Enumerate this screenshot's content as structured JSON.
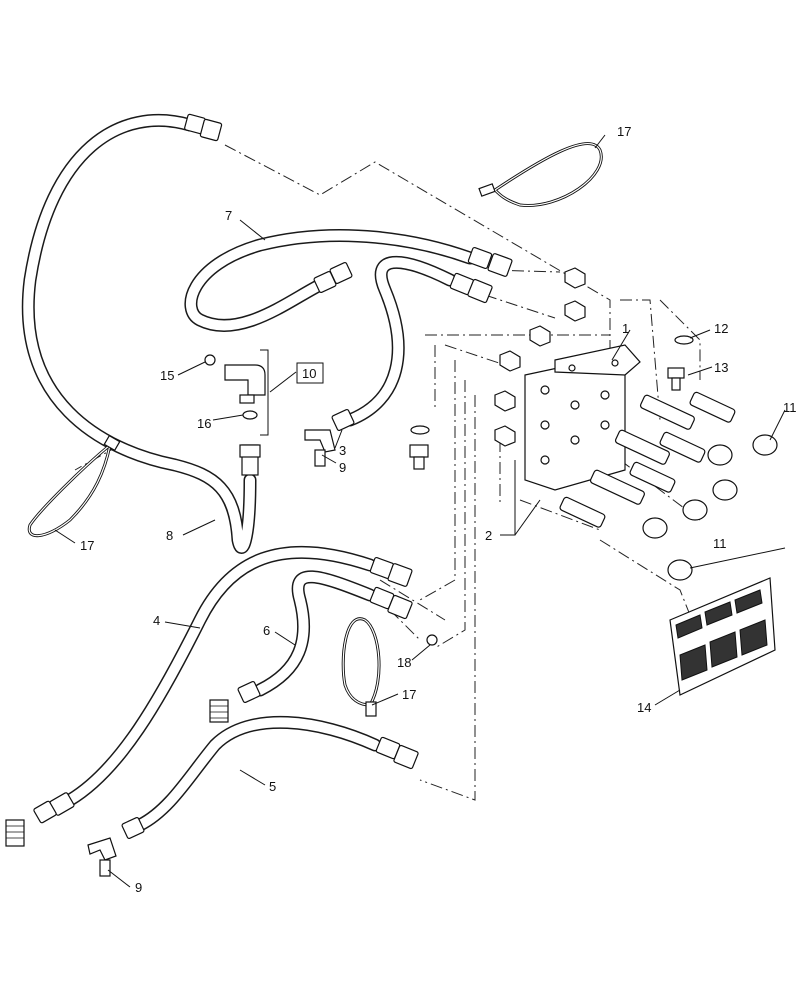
{
  "diagram": {
    "callouts": [
      {
        "id": "c1",
        "text": "1"
      },
      {
        "id": "c2",
        "text": "2"
      },
      {
        "id": "c3",
        "text": "3"
      },
      {
        "id": "c4",
        "text": "4"
      },
      {
        "id": "c5",
        "text": "5"
      },
      {
        "id": "c6",
        "text": "6"
      },
      {
        "id": "c7",
        "text": "7"
      },
      {
        "id": "c8",
        "text": "8"
      },
      {
        "id": "c9a",
        "text": "9"
      },
      {
        "id": "c9b",
        "text": "9"
      },
      {
        "id": "c10",
        "text": "10"
      },
      {
        "id": "c11a",
        "text": "11"
      },
      {
        "id": "c11b",
        "text": "11"
      },
      {
        "id": "c12",
        "text": "12"
      },
      {
        "id": "c13",
        "text": "13"
      },
      {
        "id": "c14",
        "text": "14"
      },
      {
        "id": "c15",
        "text": "15"
      },
      {
        "id": "c16",
        "text": "16"
      },
      {
        "id": "c17a",
        "text": "17"
      },
      {
        "id": "c17b",
        "text": "17"
      },
      {
        "id": "c17c",
        "text": "17"
      },
      {
        "id": "c18",
        "text": "18"
      }
    ]
  }
}
